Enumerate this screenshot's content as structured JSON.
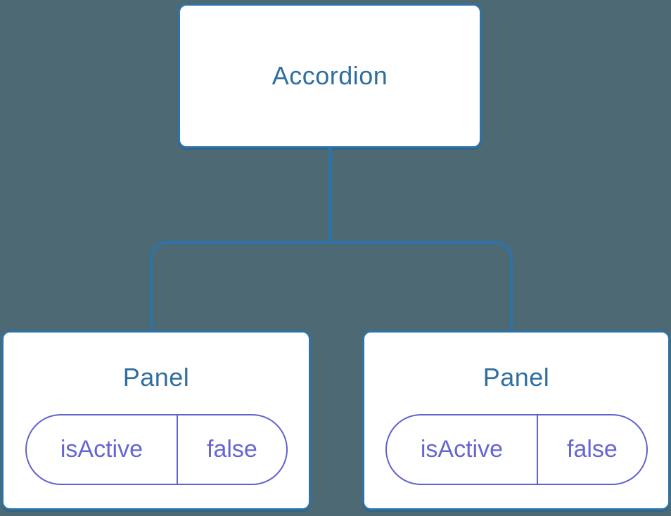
{
  "diagram": {
    "type": "component-tree",
    "root": {
      "label": "Accordion"
    },
    "children": [
      {
        "label": "Panel",
        "state": {
          "key": "isActive",
          "value": "false"
        }
      },
      {
        "label": "Panel",
        "state": {
          "key": "isActive",
          "value": "false"
        }
      }
    ]
  },
  "colors": {
    "background": "#4D6973",
    "connector_line": "#2E73A8",
    "box_background": "#FFFFFF",
    "heading_text": "#2F6E9F",
    "state_pill_border": "#6262CE",
    "state_pill_text": "#6565D4"
  }
}
